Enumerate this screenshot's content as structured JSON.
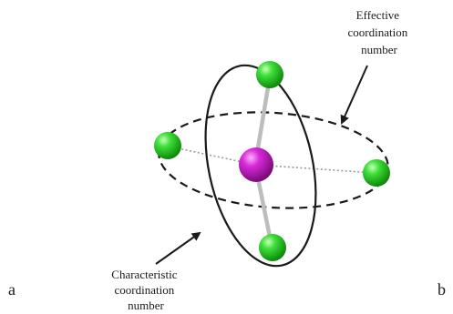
{
  "labels": {
    "effective": [
      "Effective",
      "coordination",
      "number"
    ],
    "characteristic": [
      "Characteristic",
      "coordination",
      "number"
    ],
    "panel_a": "a",
    "panel_b": "b"
  },
  "colors": {
    "central_atom": "#c21fc2",
    "ligand_atom": "#22c41f",
    "bond": "#b8b8b8",
    "effective_ring": "#1a1a1a",
    "characteristic_ring": "#1a1a1a"
  }
}
